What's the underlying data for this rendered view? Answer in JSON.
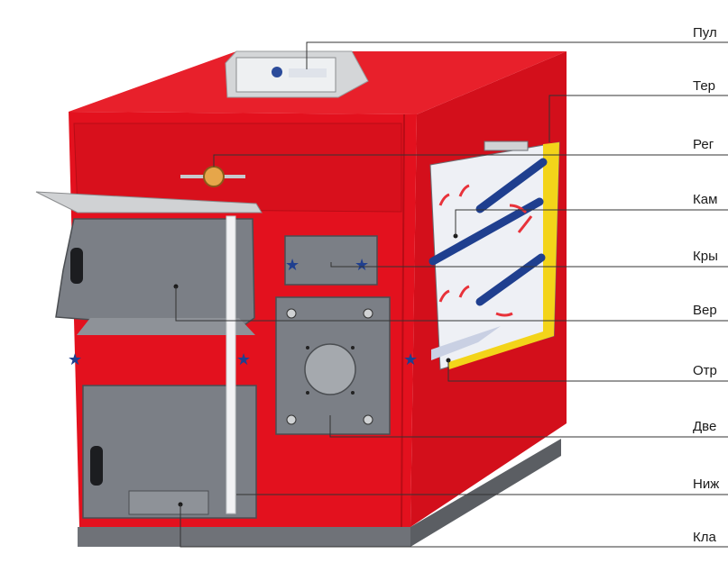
{
  "diagram": {
    "labels": [
      {
        "id": "pult",
        "text": "Пул"
      },
      {
        "id": "ter",
        "text": "Тер"
      },
      {
        "id": "reg",
        "text": "Рег"
      },
      {
        "id": "kam",
        "text": "Кам"
      },
      {
        "id": "kry",
        "text": "Кры"
      },
      {
        "id": "ver",
        "text": "Вер"
      },
      {
        "id": "otr",
        "text": "Отр"
      },
      {
        "id": "dve",
        "text": "Две"
      },
      {
        "id": "nizh",
        "text": "Ниж"
      },
      {
        "id": "kla",
        "text": "Кла"
      }
    ]
  },
  "colors": {
    "body_red": "#e3111e",
    "body_red_dark": "#c10d17",
    "door_gray": "#7b7f86",
    "insulation_yellow": "#f3d41a",
    "pipe_blue": "#1f3f8f",
    "flame_red": "#e8323a"
  },
  "icons": [
    "star-icon",
    "bolt-icon",
    "temperature-regulator-icon"
  ]
}
